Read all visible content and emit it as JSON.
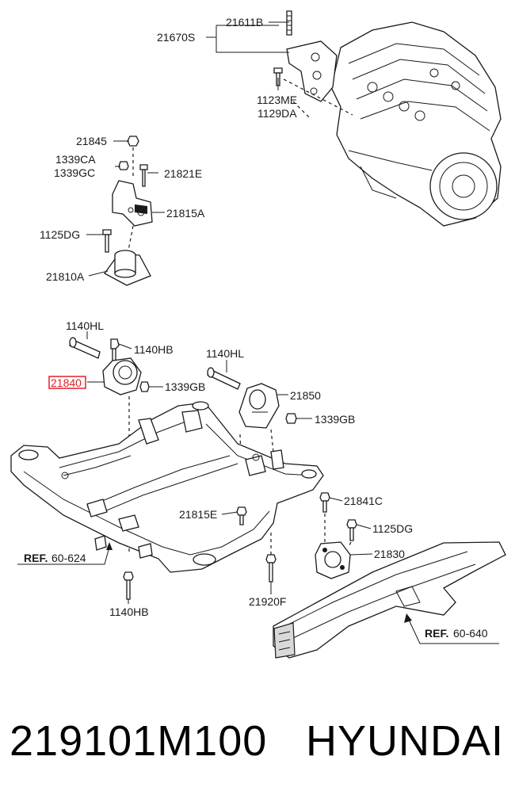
{
  "labels": {
    "l21611b": "21611B",
    "l21670s": "21670S",
    "l1123me": "1123ME",
    "l1129da": "1129DA",
    "l21845": "21845",
    "l1339ca": "1339CA",
    "l1339gc": "1339GC",
    "l21821e": "21821E",
    "l21815a": "21815A",
    "l1125dg_top": "1125DG",
    "l21810a": "21810A",
    "l1140hl_left": "1140HL",
    "l1140hb_top": "1140HB",
    "l21840": "21840",
    "l1339gb_left": "1339GB",
    "l1140hl_mid": "1140HL",
    "l21850": "21850",
    "l1339gb_right": "1339GB",
    "l21841c": "21841C",
    "l1125dg_right": "1125DG",
    "l21815e": "21815E",
    "l21830": "21830",
    "l21920f": "21920F",
    "l1140hb_bottom": "1140HB",
    "ref_left_bold": "REF.",
    "ref_left_num": "60-624",
    "ref_right_bold": "REF.",
    "ref_right_num": "60-640"
  },
  "footer": {
    "part_number": "219101M100",
    "brand": "HYUNDAI"
  },
  "colors": {
    "highlight": "#e0202a",
    "ink": "#1a1a1a"
  }
}
